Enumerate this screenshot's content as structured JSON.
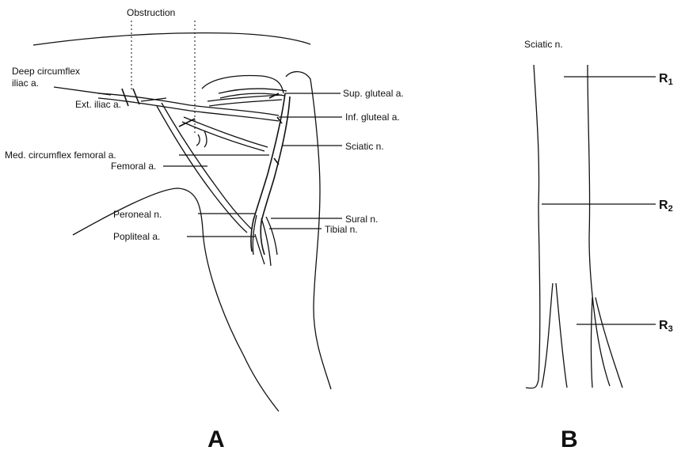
{
  "panel_a": {
    "obstruction": "Obstruction",
    "deep_circumflex_line1": "Deep circumflex",
    "deep_circumflex_line2": "iliac a.",
    "ext_iliac": "Ext. iliac a.",
    "med_circumflex": "Med. circumflex femoral a.",
    "femoral": "Femoral a.",
    "peroneal": "Peroneal n.",
    "popliteal": "Popliteal a.",
    "sup_gluteal": "Sup. gluteal a.",
    "inf_gluteal": "Inf. gluteal a.",
    "sciatic": "Sciatic n.",
    "sural": "Sural n.",
    "tibial": "Tibial n.",
    "letter": "A"
  },
  "panel_b": {
    "title": "Sciatic n.",
    "r1": "R",
    "r1_sub": "1",
    "r2": "R",
    "r2_sub": "2",
    "r3": "R",
    "r3_sub": "3",
    "letter": "B"
  }
}
